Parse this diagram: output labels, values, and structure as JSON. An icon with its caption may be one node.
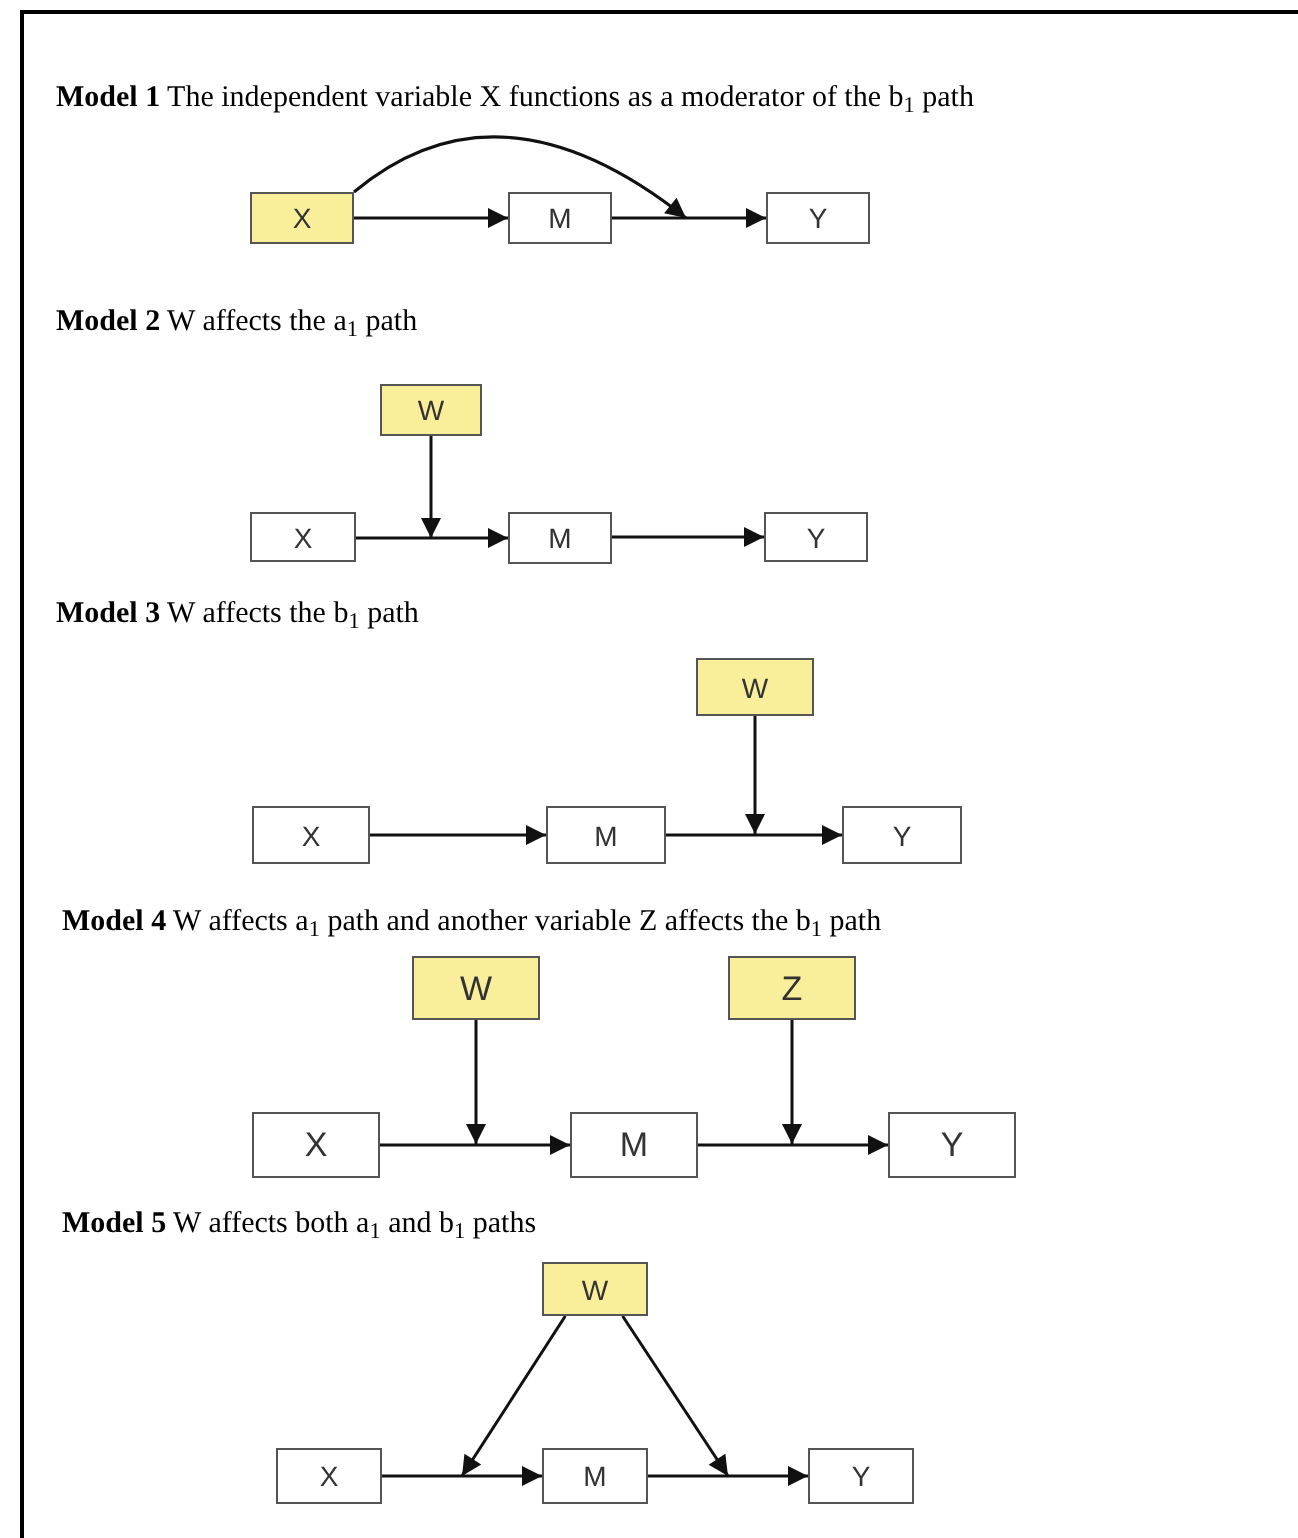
{
  "diagram": {
    "nodes": [
      {
        "text": [
          "X"
        ]
      },
      {
        "text": [
          "M"
        ]
      },
      {
        "text": [
          "Y"
        ]
      },
      {
        "text": [
          "W"
        ]
      },
      {
        "text": [
          "X"
        ]
      },
      {
        "text": [
          "M"
        ]
      },
      {
        "text": [
          "Y"
        ]
      },
      {
        "text": [
          "W"
        ]
      },
      {
        "text": [
          "X"
        ]
      },
      {
        "text": [
          "M"
        ]
      },
      {
        "text": [
          "Y"
        ]
      },
      {
        "text": [
          "W"
        ]
      },
      {
        "text": [
          "Z"
        ]
      },
      {
        "text": [
          "X"
        ]
      },
      {
        "text": [
          "M"
        ]
      },
      {
        "text": [
          "Y"
        ]
      },
      {
        "text": [
          "W"
        ]
      },
      {
        "text": [
          "X"
        ]
      },
      {
        "text": [
          "M"
        ]
      },
      {
        "text": [
          "Y"
        ]
      }
    ],
    "edges": [
      {
        "from": 0,
        "to": 1,
        "arrow": "to"
      },
      {
        "from": 1,
        "to": 2,
        "arrow": "to"
      },
      {
        "from": 0,
        "to": null,
        "arrow": "to"
      },
      {
        "from": 4,
        "to": 5,
        "arrow": "to"
      },
      {
        "from": 5,
        "to": 6,
        "arrow": "to"
      },
      {
        "from": 3,
        "to": null,
        "arrow": "to"
      },
      {
        "from": 8,
        "to": 9,
        "arrow": "to"
      },
      {
        "from": 9,
        "to": 10,
        "arrow": "to"
      },
      {
        "from": 7,
        "to": null,
        "arrow": "to"
      },
      {
        "from": 13,
        "to": 14,
        "arrow": "to"
      },
      {
        "from": 14,
        "to": 15,
        "arrow": "to"
      },
      {
        "from": 11,
        "to": null,
        "arrow": "to"
      },
      {
        "from": 12,
        "to": null,
        "arrow": "to"
      },
      {
        "from": 17,
        "to": 18,
        "arrow": "to"
      },
      {
        "from": 18,
        "to": 19,
        "arrow": "to"
      },
      {
        "from": 16,
        "to": null,
        "arrow": "to"
      },
      {
        "from": 16,
        "to": null,
        "arrow": "to"
      }
    ],
    "labels": [
      "**Model 1** The independent variable X functions as a moderator of the b$_{1}$ path",
      "**Model 2** W affects the a$_{1}$ path",
      "**Model 3** W affects the b$_{1}$ path",
      "**Model 4** W affects a$_{1}$ path and another variable Z affects the b$_{1}$ path",
      "**Model 5** W affects both a$_{1}$ and b$_{1}$ paths"
    ]
  }
}
